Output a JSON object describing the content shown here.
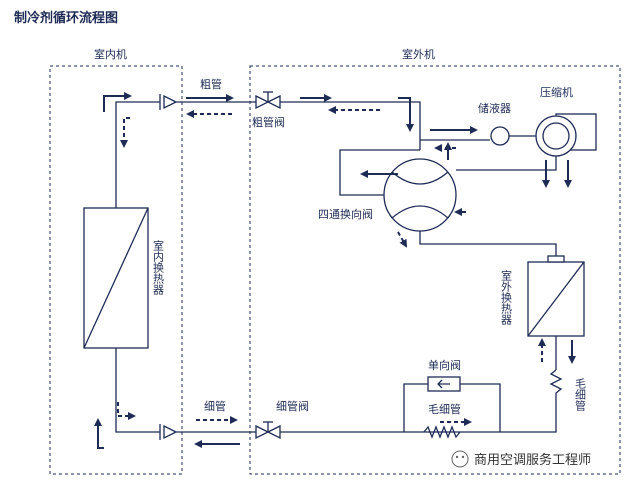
{
  "title": "制冷剂循环流程图",
  "units": {
    "indoor_unit": "室内机",
    "outdoor_unit": "室外机"
  },
  "components": {
    "thick_pipe": "粗管",
    "thick_pipe_valve": "粗管阀",
    "thin_pipe": "细管",
    "thin_pipe_valve": "细管阀",
    "accumulator": "储液器",
    "compressor": "压缩机",
    "four_way_valve": "四通换向阀",
    "indoor_exchanger": "室内换热器",
    "outdoor_exchanger": "室外换热器",
    "check_valve": "单向阀",
    "capillary_main": "毛细管",
    "capillary_side": "毛细管"
  },
  "watermark": "商用空调服务工程师",
  "colors": {
    "line": "#1e2b55",
    "background": "#ffffff"
  }
}
